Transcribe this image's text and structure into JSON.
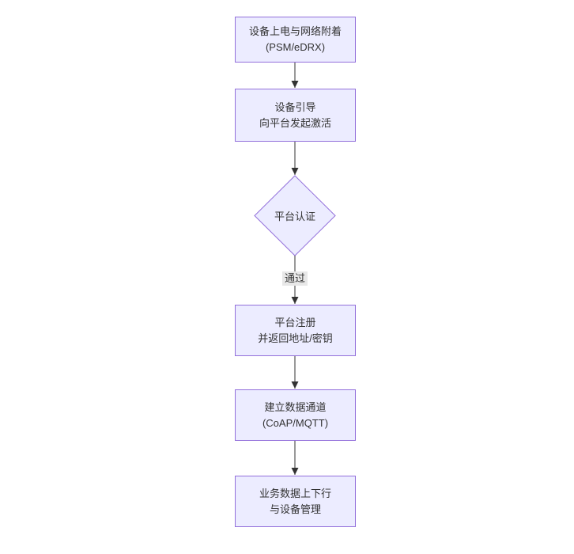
{
  "diagram": {
    "type": "flowchart",
    "direction": "top-down",
    "colors": {
      "background": "#ffffff",
      "node_fill": "#ECECFF",
      "node_border": "#9370DB",
      "text": "#333333",
      "edge": "#333333",
      "edge_label_bg": "#e8e8e8"
    },
    "nodes": [
      {
        "shape": "rect",
        "lines": [
          "设备上电与网络附着",
          "(PSM/eDRX)"
        ]
      },
      {
        "shape": "rect",
        "lines": [
          "设备引导",
          "向平台发起激活"
        ]
      },
      {
        "shape": "diamond",
        "lines": [
          "平台认证"
        ]
      },
      {
        "shape": "rect",
        "lines": [
          "平台注册",
          "并返回地址/密钥"
        ]
      },
      {
        "shape": "rect",
        "lines": [
          "建立数据通道",
          "(CoAP/MQTT)"
        ]
      },
      {
        "shape": "rect",
        "lines": [
          "业务数据上下行",
          "与设备管理"
        ]
      }
    ],
    "edges": [
      {
        "from": 0,
        "to": 1,
        "label": ""
      },
      {
        "from": 1,
        "to": 2,
        "label": ""
      },
      {
        "from": 2,
        "to": 3,
        "label": "通过"
      },
      {
        "from": 3,
        "to": 4,
        "label": ""
      },
      {
        "from": 4,
        "to": 5,
        "label": ""
      }
    ]
  }
}
